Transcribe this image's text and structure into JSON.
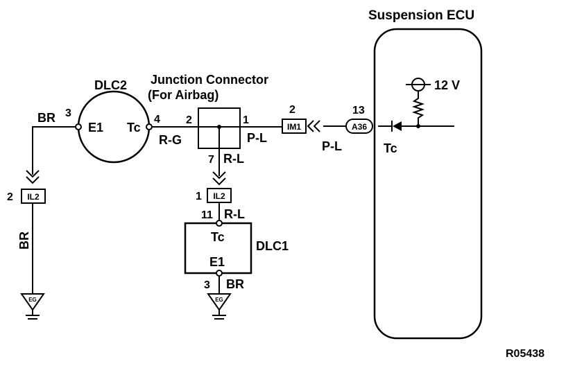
{
  "ecu": {
    "title": "Suspension ECU",
    "voltage": "12 V",
    "terminal": "Tc",
    "pin": "13",
    "connector": "A36"
  },
  "dlc2": {
    "title": "DLC2",
    "pin_e1": "3",
    "label_e1": "E1",
    "pin_tc": "4",
    "label_tc": "Tc"
  },
  "junction": {
    "title": "Junction Connector",
    "subtitle": "(For Airbag)",
    "pin_left": "2",
    "pin_right": "1",
    "pin_bottom": "7"
  },
  "wires": {
    "br_top": "BR",
    "rg": "R-G",
    "pl_junction": "P-L",
    "pl_lower": "P-L",
    "rl_junction": "R-L",
    "rl_dlc1": "R-L",
    "br_vertical": "BR",
    "br_dlc1": "BR"
  },
  "im1": {
    "label": "IM1",
    "pin": "2"
  },
  "il2_left": {
    "label": "IL2",
    "pin": "2"
  },
  "il2_center": {
    "label": "IL2",
    "pin": "1"
  },
  "dlc1": {
    "title": "DLC1",
    "pin_tc": "11",
    "label_tc": "Tc",
    "label_e1": "E1",
    "pin_e1": "3"
  },
  "ground": {
    "left": "EG",
    "center": "EG"
  },
  "code": "R05438"
}
